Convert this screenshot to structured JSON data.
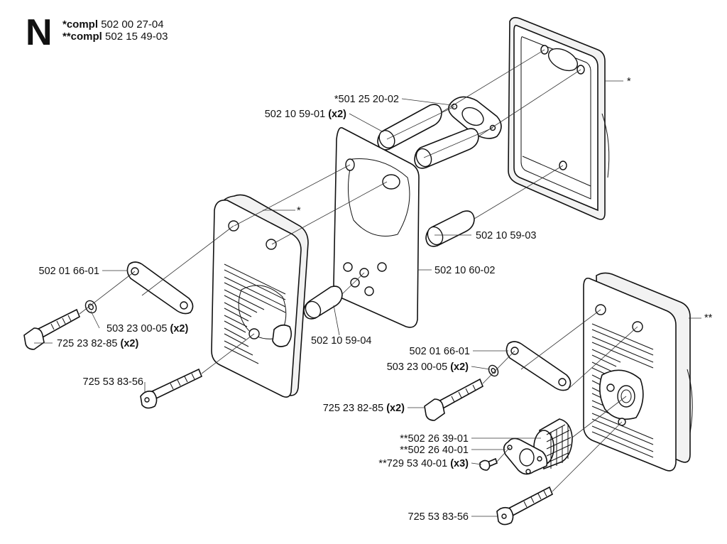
{
  "header": {
    "section_letter": "N",
    "compl": [
      {
        "prefix": "*compl",
        "number": "502 00 27-04"
      },
      {
        "prefix": "**compl",
        "number": "502 15 49-03"
      }
    ]
  },
  "labels": {
    "gasket_top": {
      "text": "*501 25 20-02",
      "qty": ""
    },
    "spacer_top": {
      "text": "502 10 59-01 ",
      "qty": "(x2)"
    },
    "star_right_cover": {
      "text": "*",
      "qty": ""
    },
    "star_left_cover": {
      "text": "*",
      "qty": ""
    },
    "spacer_mid": {
      "text": "502 10 59-03",
      "qty": ""
    },
    "plate": {
      "text": "502 10 60-02",
      "qty": ""
    },
    "bracket_left": {
      "text": "502 01 66-01",
      "qty": ""
    },
    "washer_left": {
      "text": "503 23 00-05 ",
      "qty": "(x2)"
    },
    "bolt_left": {
      "text": "725 23 82-85 ",
      "qty": "(x2)"
    },
    "spacer_low": {
      "text": "502 10 59-04",
      "qty": ""
    },
    "screw_left": {
      "text": "725 53 83-56",
      "qty": ""
    },
    "bracket_right": {
      "text": "502 01 66-01",
      "qty": ""
    },
    "washer_right": {
      "text": "503 23 00-05 ",
      "qty": "(x2)"
    },
    "bolt_right": {
      "text": "725 23 82-85 ",
      "qty": "(x2)"
    },
    "screen": {
      "text": "**502 26 39-01",
      "qty": ""
    },
    "deflector": {
      "text": "**502 26 40-01",
      "qty": ""
    },
    "deflector_screw": {
      "text": "**729 53 40-01 ",
      "qty": "(x3)"
    },
    "screw_right": {
      "text": "725 53 83-56",
      "qty": ""
    },
    "star_muffler": {
      "text": "**",
      "qty": ""
    }
  }
}
